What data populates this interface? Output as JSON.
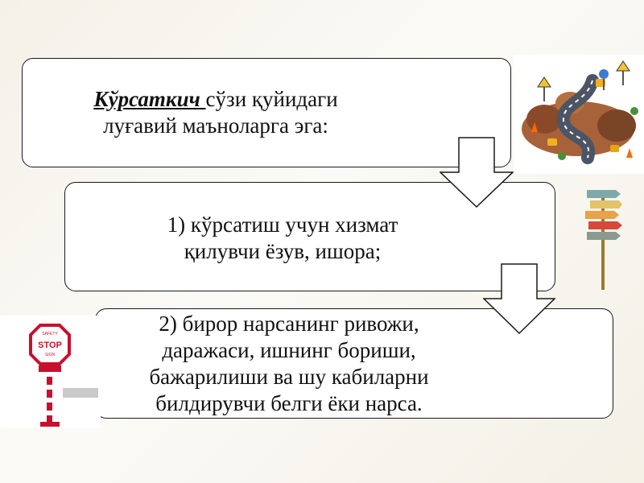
{
  "box1": {
    "keyword": "Кўрсаткич ",
    "rest_line1": "сўзи қуйидаги",
    "line2": "луғавий маъноларга эга:"
  },
  "box2": {
    "line1": "1) кўрсатиш учун хизмат",
    "line2": "қилувчи ёзув, ишора;"
  },
  "box3": {
    "line1": "2) бирор нарсанинг ривожи,",
    "line2": "даражаси, ишнинг бориши,",
    "line3": "бажарилиши ва шу кабиларни",
    "line4": "билдирувчи белги ёки нарса."
  },
  "stop_sign": {
    "top": "SAFETY",
    "main": "STOP",
    "sub": "SIGN"
  },
  "icons": [
    "road-illustration-icon",
    "direction-signpost-icon",
    "stop-sign-icon",
    "down-arrow-icon"
  ],
  "colors": {
    "border": "#1a1a1a",
    "box_fill": "#ffffff",
    "stop_red": "#c8102e"
  }
}
